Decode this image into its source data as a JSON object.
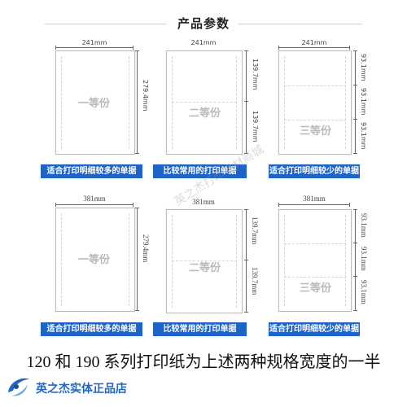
{
  "header": {
    "title": "产品参数"
  },
  "rows": [
    {
      "panels": [
        {
          "width_label": "241mm",
          "height_labels": [
            "279.4mm"
          ],
          "name": "一等份",
          "caption": "适合打印明细较多的单据"
        },
        {
          "width_label": "241mm",
          "height_labels": [
            "139.7mm",
            "139.7mm"
          ],
          "name": "二等份",
          "caption": "比较常用的打印单据"
        },
        {
          "width_label": "241mm",
          "height_labels": [
            "93.1mm",
            "93.1mm",
            "93.1mm"
          ],
          "name": "三等份",
          "caption": "适合打印明细较少的单据"
        }
      ]
    },
    {
      "panels": [
        {
          "width_label": "381mm",
          "height_labels": [
            "279.4mm"
          ],
          "name": "一等份",
          "caption": "适合打印明细较多的单据"
        },
        {
          "width_label": "381mm",
          "height_labels": [
            "139.7mm",
            "139.7mm"
          ],
          "name": "二等份",
          "caption": "比较常用的打印单据"
        },
        {
          "width_label": "381mm",
          "height_labels": [
            "93.1mm",
            "93.1mm",
            "93.1mm"
          ],
          "name": "三等份",
          "caption": "适合打印明细较少的单据"
        }
      ]
    }
  ],
  "note": "120 和 190 系列打印纸为上述两种规格宽度的一半",
  "footer": {
    "shop_name": "英之杰实体正品店"
  },
  "watermark": "英之杰打印耗材商城",
  "colors": {
    "banner": "#1e63c7",
    "shop_text": "#2167c4"
  }
}
